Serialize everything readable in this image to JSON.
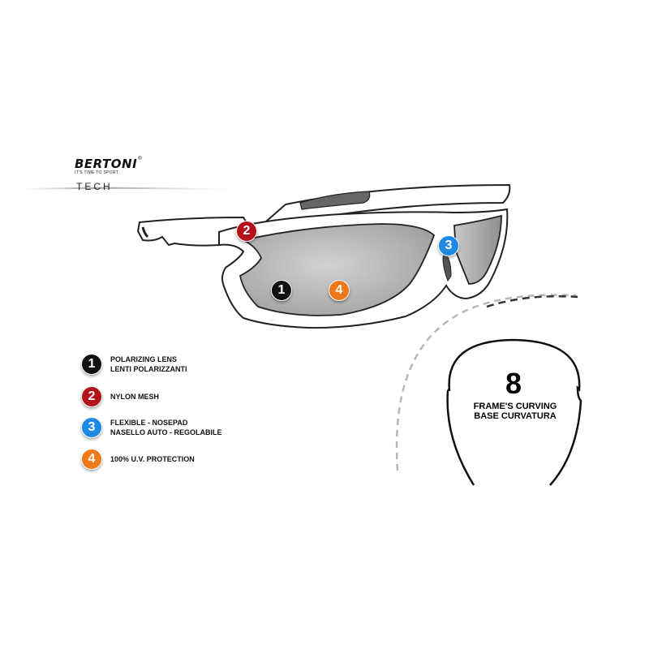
{
  "brand": {
    "name": "BERTONI",
    "registered": "®",
    "tagline": "IT'S TIME TO SPORT",
    "line": "TECH"
  },
  "callouts": [
    {
      "number": "1",
      "color": "#111111"
    },
    {
      "number": "2",
      "color": "#b3121b"
    },
    {
      "number": "3",
      "color": "#1e88e5"
    },
    {
      "number": "4",
      "color": "#f07818"
    }
  ],
  "legend": [
    {
      "number": "1",
      "lines": [
        "POLARIZING LENS",
        "LENTI  POLARIZZANTI"
      ],
      "color": "#111111"
    },
    {
      "number": "2",
      "lines": [
        "NYLON MESH"
      ],
      "color": "#b3121b"
    },
    {
      "number": "3",
      "lines": [
        "FLEXIBLE  - NOSEPAD",
        "NASELLO AUTO - REGOLABILE"
      ],
      "color": "#1e88e5"
    },
    {
      "number": "4",
      "lines": [
        "100% U.V. PROTECTION"
      ],
      "color": "#f07818"
    }
  ],
  "frame_curve": {
    "value": "8",
    "line1": "FRAME'S CURVING",
    "line2": "BASE CURVATURA"
  }
}
